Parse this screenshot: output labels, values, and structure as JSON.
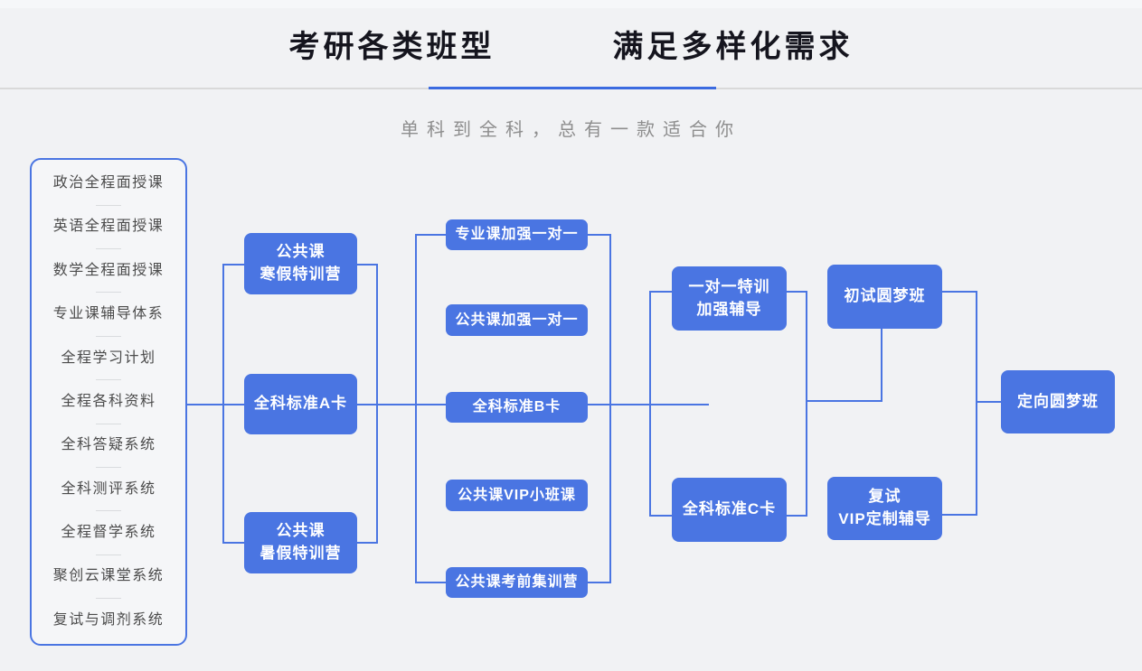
{
  "header": {
    "title_left": "考研各类班型",
    "title_right": "满足多样化需求",
    "subtitle": "单科到全科，总有一款适合你"
  },
  "left_panel": {
    "items": [
      "政治全程面授课",
      "英语全程面授课",
      "数学全程面授课",
      "专业课辅导体系",
      "全程学习计划",
      "全程各科资料",
      "全科答疑系统",
      "全科测评系统",
      "全程督学系统",
      "聚创云课堂系统",
      "复试与调剂系统"
    ]
  },
  "nodes": {
    "winter_camp": {
      "label": "公共课\n寒假特训营"
    },
    "standard_a": {
      "label": "全科标准A卡"
    },
    "summer_camp": {
      "label": "公共课\n暑假特训营"
    },
    "major_1on1": {
      "label": "专业课加强一对一"
    },
    "public_1on1": {
      "label": "公共课加强一对一"
    },
    "standard_b": {
      "label": "全科标准B卡"
    },
    "public_vip": {
      "label": "公共课VIP小班课"
    },
    "pre_exam_camp": {
      "label": "公共课考前集训营"
    },
    "intensive_1on1": {
      "label": "一对一特训\n加强辅导"
    },
    "standard_c": {
      "label": "全科标准C卡"
    },
    "first_exam_dream": {
      "label": "初试圆梦班"
    },
    "retest_vip": {
      "label": "复试\nVIP定制辅导"
    },
    "targeted_dream": {
      "label": "定向圆梦班"
    }
  },
  "colors": {
    "accent_blue": "#4a75e2",
    "underline_blue": "#3b6be0",
    "background": "#f1f2f4",
    "header_text": "#15151e",
    "subtitle_text": "#8e8e8e",
    "list_text": "#4b4b4b",
    "node_text": "#ffffff"
  }
}
